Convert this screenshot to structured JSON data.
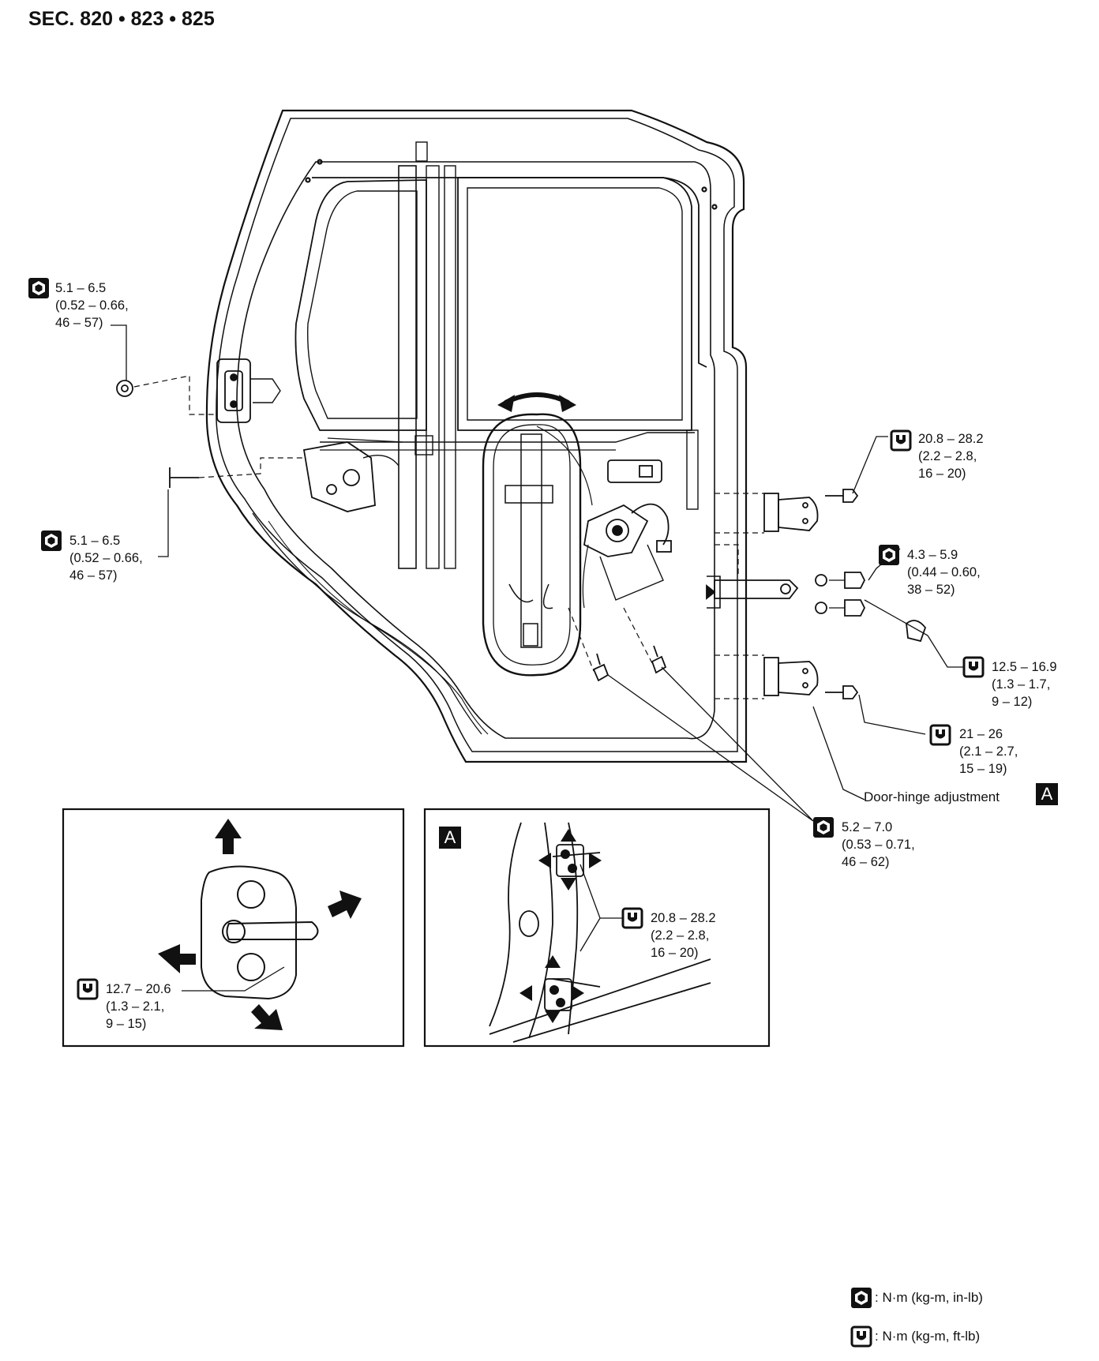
{
  "header": {
    "title": "SEC. 820 • 823 • 825"
  },
  "callouts": [
    {
      "id": "c1",
      "icon": "socket-wrench-icon",
      "l1": "5.1 – 6.5",
      "l2": "(0.52 – 0.66,",
      "l3": "46 – 57)"
    },
    {
      "id": "c2",
      "icon": "socket-wrench-icon",
      "l1": "5.1 – 6.5",
      "l2": "(0.52 – 0.66,",
      "l3": "46 – 57)"
    },
    {
      "id": "c3",
      "icon": "open-wrench-icon",
      "l1": "20.8 – 28.2",
      "l2": "(2.2 – 2.8,",
      "l3": "16 – 20)"
    },
    {
      "id": "c4",
      "icon": "socket-wrench-icon",
      "l1": "4.3 – 5.9",
      "l2": "(0.44 – 0.60,",
      "l3": "38 – 52)"
    },
    {
      "id": "c5",
      "icon": "open-wrench-icon",
      "l1": "12.5 – 16.9",
      "l2": "(1.3 – 1.7,",
      "l3": "9 – 12)"
    },
    {
      "id": "c6",
      "icon": "open-wrench-icon",
      "l1": "21 – 26",
      "l2": "(2.1 – 2.7,",
      "l3": "15 – 19)"
    },
    {
      "id": "c7",
      "icon": "socket-wrench-icon",
      "l1": "5.2 – 7.0",
      "l2": "(0.53 – 0.71,",
      "l3": "46 – 62)"
    },
    {
      "id": "c8",
      "icon": "open-wrench-icon",
      "l1": "12.7 – 20.6",
      "l2": "(1.3 – 2.1,",
      "l3": "9 – 15)"
    },
    {
      "id": "c9",
      "icon": "open-wrench-icon",
      "l1": "20.8 – 28.2",
      "l2": "(2.2 – 2.8,",
      "l3": "16 – 20)"
    }
  ],
  "door_hinge": {
    "label": "Door-hinge adjustment",
    "tag": "A"
  },
  "inset_a": {
    "tag": "A"
  },
  "legend": [
    {
      "icon": "socket-wrench-icon",
      "text": ": N·m (kg-m, in-lb)"
    },
    {
      "icon": "open-wrench-icon",
      "text": ": N·m (kg-m, ft-lb)"
    }
  ]
}
